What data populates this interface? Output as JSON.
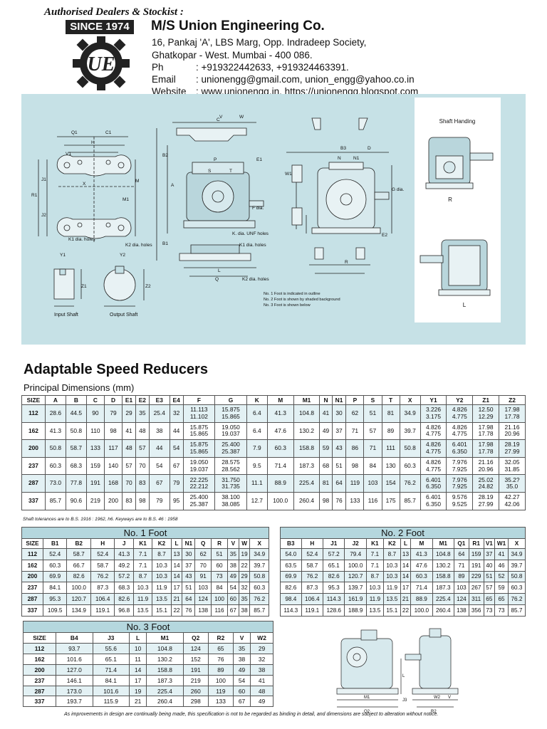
{
  "header": {
    "tagline": "Authorised Dealers & Stockist :",
    "since": "SINCE 1974",
    "company": "M/S Union Engineering Co.",
    "address1": "16, Pankaj 'A', LBS Marg, Opp. Indradeep Society,",
    "address2": "Ghatkopar - West. Mumbai - 400 086.",
    "phone_label": "Ph",
    "phone": ": +919322442633, +919324463391.",
    "email_label": "Email",
    "email": ": unionengg@gmail.com, union_engg@yahoo.co.in",
    "website_label": "Website",
    "website": ": www.unionengg.in, https://unionengg.blogspot.com",
    "logo_text": "UE"
  },
  "diagram": {
    "shaft_handing_title": "Shaft Handing",
    "shaft_r_label": "R",
    "shaft_l_label": "L",
    "input_shaft": "Input Shaft",
    "output_shaft": "Output Shaft",
    "k1_holes": "K1 dia. holes",
    "k2_holes": "K2 dia. holes",
    "k2_holes_b": "K2 dia. holes",
    "k_unf": "K. dia. UNF holes",
    "k1_holes_b": "K1 dia. holes",
    "f_dia": "F dia.",
    "g_dia": "G dia.",
    "notes": [
      "No. 1 Foot is indicated in outline",
      "No. 2 Foot is shown by shaded background",
      "No. 3 Foot is shown below"
    ],
    "dim_labels": [
      "Q1",
      "C1",
      "H",
      "V1",
      "J1",
      "R1",
      "J2",
      "M",
      "M1",
      "X",
      "Y1",
      "Z1",
      "Y2",
      "Z2",
      "V",
      "W",
      "B3",
      "N",
      "N1",
      "D",
      "E1",
      "B2",
      "B1",
      "A",
      "P",
      "S",
      "T",
      "E2",
      "C",
      "W1",
      "R",
      "Q",
      "L"
    ]
  },
  "title": "Adaptable Speed Reducers",
  "subtitle": "Principal Dimensions (mm)",
  "main_table": {
    "headers": [
      "SIZE",
      "A",
      "B",
      "C",
      "D",
      "E1",
      "E2",
      "E3",
      "E4",
      "F",
      "G",
      "K",
      "M",
      "M1",
      "N",
      "N1",
      "P",
      "S",
      "T",
      "X",
      "Y1",
      "Y2",
      "Z1",
      "Z2"
    ],
    "rows": [
      [
        "112",
        "28.6",
        "44.5",
        "90",
        "79",
        "29",
        "35",
        "25.4",
        "32",
        "11.113\n11.102",
        "15.875\n15.865",
        "6.4",
        "41.3",
        "104.8",
        "41",
        "30",
        "62",
        "51",
        "81",
        "34.9",
        "3.226\n3.175",
        "4.826\n4.775",
        "12.50\n12.29",
        "17.98\n17.78"
      ],
      [
        "162",
        "41.3",
        "50.8",
        "110",
        "98",
        "41",
        "48",
        "38",
        "44",
        "15.875\n15.865",
        "19.050\n19.037",
        "6.4",
        "47.6",
        "130.2",
        "49",
        "37",
        "71",
        "57",
        "89",
        "39.7",
        "4.826\n4.775",
        "4.826\n4.775",
        "17.98\n17.78",
        "21.16\n20.96"
      ],
      [
        "200",
        "50.8",
        "58.7",
        "133",
        "117",
        "48",
        "57",
        "44",
        "54",
        "15.875\n15.865",
        "25.400\n25.387",
        "7.9",
        "60.3",
        "158.8",
        "59",
        "43",
        "86",
        "71",
        "111",
        "50.8",
        "4.826\n4.775",
        "6.401\n6.350",
        "17.98\n17.78",
        "28.19\n27.99"
      ],
      [
        "237",
        "60.3",
        "68.3",
        "159",
        "140",
        "57",
        "70",
        "54",
        "67",
        "19.050\n19.037",
        "28.575\n28.562",
        "9.5",
        "71.4",
        "187.3",
        "68",
        "51",
        "98",
        "84",
        "130",
        "60.3",
        "4.826\n4.775",
        "7.976\n7.925",
        "21.16\n20.96",
        "32.05\n31.85"
      ],
      [
        "287",
        "73.0",
        "77.8",
        "191",
        "168",
        "70",
        "83",
        "67",
        "79",
        "22.225\n22.212",
        "31.750\n31.735",
        "11.1",
        "88.9",
        "225.4",
        "81",
        "64",
        "119",
        "103",
        "154",
        "76.2",
        "6.401\n6.350",
        "7.976\n7.925",
        "25.02\n24.82",
        "35.2?\n35.0"
      ],
      [
        "337",
        "85.7",
        "90.6",
        "219",
        "200",
        "83",
        "98",
        "79",
        "95",
        "25.400\n25.387",
        "38.100\n38.085",
        "12.7",
        "100.0",
        "260.4",
        "98",
        "76",
        "133",
        "116",
        "175",
        "85.7",
        "6.401\n6.350",
        "9.576\n9.525",
        "28.19\n27.99",
        "42.27\n42.06"
      ]
    ]
  },
  "tolerance_note": "Shaft tolerances are to B.S. 1916 : 1962, h6. Keyways are to B.S. 46 : 1958",
  "foot1": {
    "title": "No. 1 Foot",
    "headers": [
      "SIZE",
      "B1",
      "B2",
      "H",
      "J",
      "K1",
      "K2",
      "L",
      "N1",
      "Q",
      "R",
      "V",
      "W",
      "X"
    ],
    "rows": [
      [
        "112",
        "52.4",
        "58.7",
        "52.4",
        "41.3",
        "7.1",
        "8.7",
        "13",
        "30",
        "62",
        "51",
        "35",
        "19",
        "34.9"
      ],
      [
        "162",
        "60.3",
        "66.7",
        "58.7",
        "49.2",
        "7.1",
        "10.3",
        "14",
        "37",
        "70",
        "60",
        "38",
        "22",
        "39.7"
      ],
      [
        "200",
        "69.9",
        "82.6",
        "76.2",
        "57.2",
        "8.7",
        "10.3",
        "14",
        "43",
        "91",
        "73",
        "49",
        "29",
        "50.8"
      ],
      [
        "237",
        "84.1",
        "100.0",
        "87.3",
        "68.3",
        "10.3",
        "11.9",
        "17",
        "51",
        "103",
        "84",
        "54",
        "32",
        "60.3"
      ],
      [
        "287",
        "95.3",
        "120.7",
        "106.4",
        "82.6",
        "11.9",
        "13.5",
        "21",
        "64",
        "124",
        "100",
        "60",
        "35",
        "76.2"
      ],
      [
        "337",
        "109.5",
        "134.9",
        "119.1",
        "96.8",
        "13.5",
        "15.1",
        "22",
        "76",
        "138",
        "116",
        "67",
        "38",
        "85.7"
      ]
    ]
  },
  "foot2": {
    "title": "No. 2 Foot",
    "headers": [
      "B3",
      "H",
      "J1",
      "J2",
      "K1",
      "K2",
      "L",
      "M",
      "M1",
      "Q1",
      "R1",
      "V1",
      "W1",
      "X"
    ],
    "rows": [
      [
        "54.0",
        "52.4",
        "57.2",
        "79.4",
        "7.1",
        "8.7",
        "13",
        "41.3",
        "104.8",
        "64",
        "159",
        "37",
        "41",
        "34.9"
      ],
      [
        "63.5",
        "58.7",
        "65.1",
        "100.0",
        "7.1",
        "10.3",
        "14",
        "47.6",
        "130.2",
        "71",
        "191",
        "40",
        "46",
        "39.7"
      ],
      [
        "69.9",
        "76.2",
        "82.6",
        "120.7",
        "8.7",
        "10.3",
        "14",
        "60.3",
        "158.8",
        "89",
        "229",
        "51",
        "52",
        "50.8"
      ],
      [
        "82.6",
        "87.3",
        "95.3",
        "139.7",
        "10.3",
        "11.9",
        "17",
        "71.4",
        "187.3",
        "103",
        "267",
        "57",
        "59",
        "60.3"
      ],
      [
        "98.4",
        "106.4",
        "114.3",
        "161.9",
        "11.9",
        "13.5",
        "21",
        "88.9",
        "225.4",
        "124",
        "311",
        "65",
        "65",
        "76.2"
      ],
      [
        "114.3",
        "119.1",
        "128.6",
        "188.9",
        "13.5",
        "15.1",
        "22",
        "100.0",
        "260.4",
        "138",
        "356",
        "73",
        "73",
        "85.7"
      ]
    ]
  },
  "foot3": {
    "title": "No. 3 Foot",
    "headers": [
      "SIZE",
      "B4",
      "J3",
      "L",
      "M1",
      "Q2",
      "R2",
      "V",
      "W2"
    ],
    "rows": [
      [
        "112",
        "93.7",
        "55.6",
        "10",
        "104.8",
        "124",
        "65",
        "35",
        "29"
      ],
      [
        "162",
        "101.6",
        "65.1",
        "11",
        "130.2",
        "152",
        "76",
        "38",
        "32"
      ],
      [
        "200",
        "127.0",
        "71.4",
        "14",
        "158.8",
        "191",
        "89",
        "49",
        "38"
      ],
      [
        "237",
        "146.1",
        "84.1",
        "17",
        "187.3",
        "219",
        "100",
        "54",
        "41"
      ],
      [
        "287",
        "173.0",
        "101.6",
        "19",
        "225.4",
        "260",
        "119",
        "60",
        "48"
      ],
      [
        "337",
        "193.7",
        "115.9",
        "21",
        "260.4",
        "298",
        "133",
        "67",
        "49"
      ]
    ]
  },
  "bottom_drawing_labels": [
    "M1",
    "Q2",
    "L",
    "R2",
    "J3",
    "W2",
    "V"
  ],
  "footer": "As improvements in design are continually being made, this specification is not to be regarded as binding in detail, and dimensions are subject to alteration without notice.",
  "colors": {
    "panel": "#c6e1e6",
    "table_header_box": "#b5d7de",
    "row_alt": "#e3f1f4",
    "drawing_fill": "#d7e9ed"
  }
}
